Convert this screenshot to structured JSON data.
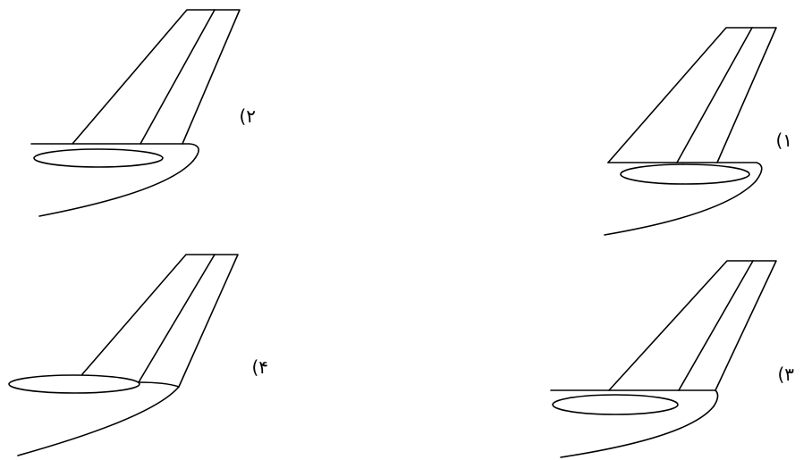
{
  "options": [
    {
      "id": "option-1",
      "label": "(۱"
    },
    {
      "id": "option-2",
      "label": "(۲"
    },
    {
      "id": "option-3",
      "label": "(۳"
    },
    {
      "id": "option-4",
      "label": "(۴"
    }
  ],
  "colors": {
    "line": "#000000",
    "background": "#ffffff"
  }
}
